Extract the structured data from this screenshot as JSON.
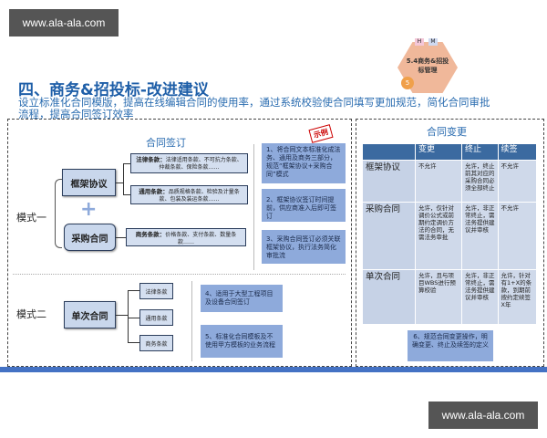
{
  "watermark": "www.ala-ala.com",
  "title": "四、商务&招投标-改进建议",
  "subtitle": "设立标准化合同模版，提高在线编辑合同的使用率，通过系统校验使合同填写更加规范，简化合同审批流程，提高合同签订效率",
  "badge": {
    "label": "5.4商务&招投标管理",
    "tags": [
      "H",
      "M"
    ],
    "number": "5"
  },
  "stamp": "示例",
  "left": {
    "heading": "合同签订",
    "mode1": "模式一",
    "mode2": "模式二",
    "framework": "框架协议",
    "purchase": "采购合同",
    "single": "单次合同",
    "plus": "+",
    "clauses": [
      {
        "name": "法律条款：",
        "text": "法律适用条款、不可抗力条款、仲裁条款、保险条款……"
      },
      {
        "name": "通用条款：",
        "text": "品质规格条款、检验及计量条款、包装及装运条款……"
      },
      {
        "name": "商务条款：",
        "text": "价格条款、支付条款、数量条款……"
      }
    ],
    "small": [
      "法律条款",
      "通用条款",
      "商务条款"
    ],
    "notes": [
      "1、将合同文本标准化成法务、通用及商务三部分，规范“框架协议+采购合同”模式",
      "2、框架协议签订时间提前，供应商准入后即可签订",
      "3、采购合同签订必须关联框架协议，执行法务简化审批流",
      "4、适用于大型工程项目及设备合同签订",
      "5、标准化合同模板及不使用甲方模板的业务流程"
    ]
  },
  "right": {
    "heading": "合同变更",
    "columns": [
      "",
      "变更",
      "终止",
      "续签"
    ],
    "rows": [
      [
        "框架协议",
        "不允许",
        "允许，终止前其对应的采购合同必须全部终止",
        "不允许"
      ],
      [
        "采购合同",
        "允许，仅针对调价公式或前期约定调价方法的合同，无需法务审批",
        "允许，非正常终止，需法务提供建议并审核",
        "不允许"
      ],
      [
        "单次合同",
        "允许，且与项目WBS进行预算校验",
        "允许，非正常终止，需法务提供建议并审核",
        "允许，针对有1+X的条款，到期前按约定续签X年"
      ]
    ],
    "note": "6、规范合同变更操作，明确变更、终止及续签的定义"
  }
}
